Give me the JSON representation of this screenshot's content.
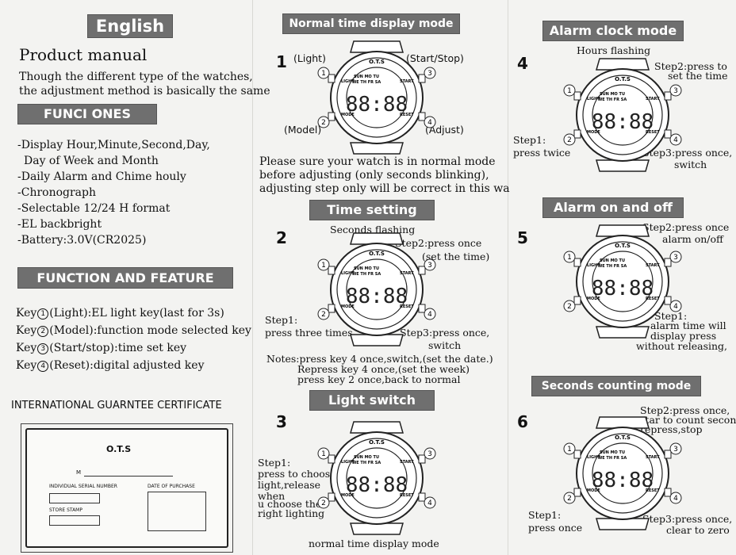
{
  "col1": {
    "language": "English",
    "title": "Product manual",
    "intro1": "Though the different type of the watches,",
    "intro2": "the adjustment method is basically the same",
    "funciones_header": "FUNCI ONES",
    "functions": [
      "-Display Hour,Minute,Second,Day,",
      "Day of Week and Month",
      "-Daily Alarm and Chime houly",
      "-Chronograph",
      "-Selectable 12/24 H format",
      "-EL backbright",
      "-Battery:3.0V(CR2025)"
    ],
    "feature_header": "FUNCTION AND FEATURE",
    "keys": [
      {
        "prefix": "Key",
        "num": "1",
        "text": "(Light):EL light key(last for 3s)"
      },
      {
        "prefix": "Key",
        "num": "2",
        "text": "(Model):function mode selected key"
      },
      {
        "prefix": "Key",
        "num": "3",
        "text": "(Start/stop):time set key"
      },
      {
        "prefix": "Key",
        "num": "4",
        "text": "(Reset):digital adjusted key"
      }
    ],
    "certificate_title": "INTERNATIONAL GUARNTEE CERTIFICATE",
    "cert": {
      "brand": "O.T.S",
      "m_label": "M",
      "serial_label": "INDIVIDUAL SERIAL NUMBER",
      "date_label": "DATE OF PURCHASE",
      "store_label": "STORE STAMP"
    }
  },
  "col2": {
    "normal_header": "Normal time display mode",
    "step1": {
      "num": "1",
      "light": "(Light)",
      "startstop": "(Start/Stop)",
      "model": "(Model)",
      "adjust": "(Adjust)"
    },
    "note1": "Please sure your watch is in normal mode",
    "note2": "before adjusting (only seconds blinking),",
    "note3": "adjusting step only will be correct in this wa",
    "time_header": "Time setting",
    "step2": {
      "num": "2",
      "top": "Seconds flashing",
      "s2a": "Step2:press once",
      "s2b": "(set the time)",
      "s1a": "Step1:",
      "s1b": "press three times",
      "s3a": "Step3:press once,",
      "s3b": "switch"
    },
    "notes1": "Notes:press key 4 once,switch,(set the date.)",
    "notes2": "Repress key 4 once,(set the week)",
    "notes3": "press key 2 once,back to normal",
    "light_header": "Light switch",
    "step3": {
      "num": "3",
      "l1": "Step1:",
      "l2": "press to choose",
      "l3": "light,release",
      "l4": "when",
      "l5": "u choose the",
      "l6": "right lighting",
      "bottom": "normal time display mode"
    }
  },
  "col3": {
    "alarm_header": "Alarm clock mode",
    "step4": {
      "num": "4",
      "top": "Hours flashing",
      "s2a": "Step2:press to",
      "s2b": "set the time",
      "s1a": "Step1:",
      "s1b": "press twice",
      "s3a": "Step3:press once,",
      "s3b": "switch"
    },
    "alarm_onoff_header": "Alarm on and off",
    "step5": {
      "num": "5",
      "s2a": "Step2:press once",
      "s2b": "alarm on/off",
      "s1a": "Step1:",
      "s1b": "alarm time will",
      "s1c": "display press",
      "s1d": "without releasing,"
    },
    "seconds_header": "Seconds counting mode",
    "step6": {
      "num": "6",
      "s2a": "Step2:press once,",
      "s2b": "star to count seconds,",
      "s2c": "repress,stop",
      "s1a": "Step1:",
      "s1b": "press once",
      "s3a": "Step3:press once,",
      "s3b": "clear to zero"
    }
  },
  "watch": {
    "brand": "O.T.S",
    "days_top": "SUN MO TU",
    "days_bot": "WE TH FR SA",
    "digits": "88:88",
    "labels": [
      "LIGHT",
      "START",
      "MODE",
      "RESET"
    ],
    "k1": "1",
    "k2": "2",
    "k3": "3",
    "k4": "4"
  },
  "colors": {
    "header_bg": "#6f6f6f",
    "paper": "#f3f3f1",
    "ink": "#111111"
  }
}
